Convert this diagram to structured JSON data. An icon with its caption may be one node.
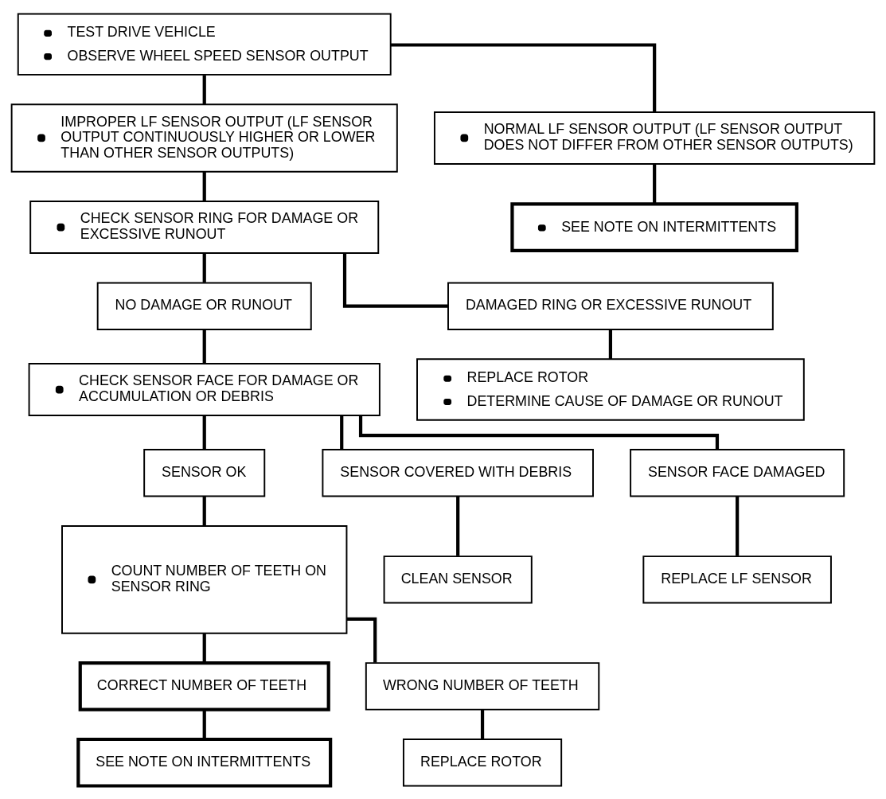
{
  "diagram": {
    "nodes": [
      {
        "text": [
          "TEST DRIVE VEHICLE",
          "OBSERVE WHEEL SPEED SENSOR OUTPUT"
        ]
      },
      {
        "text": [
          "IMPROPER LF SENSOR OUTPUT (LF SENSOR OUTPUT CONTINUOUSLY HIGHER OR LOWER THAN OTHER SENSOR OUTPUTS)"
        ]
      },
      {
        "text": [
          "NORMAL LF SENSOR OUTPUT (LF SENSOR OUTPUT DOES NOT DIFFER FROM OTHER SENSOR OUTPUTS)"
        ]
      },
      {
        "text": [
          "CHECK SENSOR RING FOR DAMAGE OR EXCESSIVE RUNOUT"
        ]
      },
      {
        "text": [
          "SEE NOTE ON INTERMITTENTS"
        ]
      },
      {
        "text": [
          "NO DAMAGE OR RUNOUT"
        ]
      },
      {
        "text": [
          "DAMAGED RING OR EXCESSIVE RUNOUT"
        ]
      },
      {
        "text": [
          "CHECK SENSOR FACE FOR DAMAGE OR ACCUMULATION OR DEBRIS"
        ]
      },
      {
        "text": [
          "REPLACE ROTOR",
          "DETERMINE CAUSE OF DAMAGE OR RUNOUT"
        ]
      },
      {
        "text": [
          "SENSOR OK"
        ]
      },
      {
        "text": [
          "SENSOR COVERED WITH DEBRIS"
        ]
      },
      {
        "text": [
          "SENSOR FACE DAMAGED"
        ]
      },
      {
        "text": [
          "COUNT NUMBER OF TEETH ON SENSOR RING"
        ]
      },
      {
        "text": [
          "CLEAN SENSOR"
        ]
      },
      {
        "text": [
          "REPLACE LF SENSOR"
        ]
      },
      {
        "text": [
          "CORRECT NUMBER OF TEETH"
        ]
      },
      {
        "text": [
          "WRONG NUMBER OF TEETH"
        ]
      },
      {
        "text": [
          "SEE NOTE ON INTERMITTENTS"
        ]
      },
      {
        "text": [
          "REPLACE ROTOR"
        ]
      }
    ],
    "edges": [
      {
        "from": 0,
        "to": 1,
        "arrow": "none"
      },
      {
        "from": 0,
        "to": 2,
        "arrow": "none"
      },
      {
        "from": 1,
        "to": 3,
        "arrow": "none"
      },
      {
        "from": 2,
        "to": 4,
        "arrow": "none"
      },
      {
        "from": 3,
        "to": 5,
        "arrow": "none"
      },
      {
        "from": 3,
        "to": 6,
        "arrow": "none"
      },
      {
        "from": 5,
        "to": 7,
        "arrow": "none"
      },
      {
        "from": 6,
        "to": 8,
        "arrow": "none"
      },
      {
        "from": 7,
        "to": 9,
        "arrow": "none"
      },
      {
        "from": 7,
        "to": 10,
        "arrow": "none"
      },
      {
        "from": 7,
        "to": 11,
        "arrow": "none"
      },
      {
        "from": 9,
        "to": 12,
        "arrow": "none"
      },
      {
        "from": 10,
        "to": 13,
        "arrow": "none"
      },
      {
        "from": 11,
        "to": 14,
        "arrow": "none"
      },
      {
        "from": 12,
        "to": 15,
        "arrow": "none"
      },
      {
        "from": 12,
        "to": 16,
        "arrow": "none"
      },
      {
        "from": 15,
        "to": 17,
        "arrow": "none"
      },
      {
        "from": 16,
        "to": 18,
        "arrow": "none"
      }
    ]
  }
}
